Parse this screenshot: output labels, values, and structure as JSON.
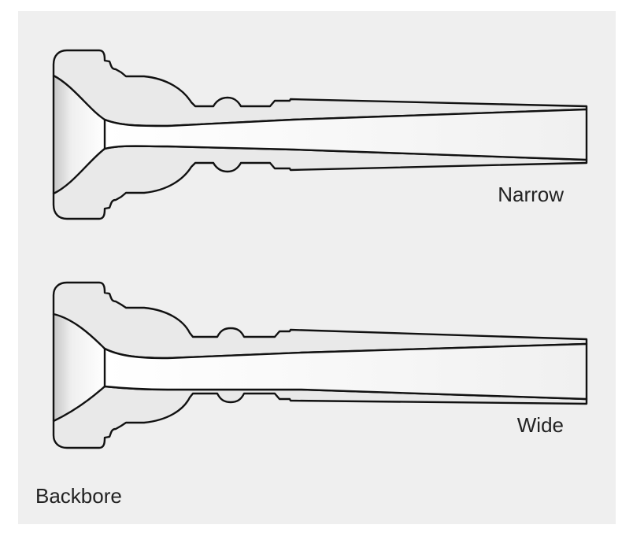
{
  "labels": {
    "narrow": "Narrow",
    "wide": "Wide",
    "caption": "Backbore"
  },
  "colors": {
    "background": "#efefef",
    "outline": "#111111",
    "fill_light": "#ffffff",
    "fill_dark": "#cfcfcf"
  },
  "variants": [
    {
      "name_ref": "narrow"
    },
    {
      "name_ref": "wide"
    }
  ]
}
